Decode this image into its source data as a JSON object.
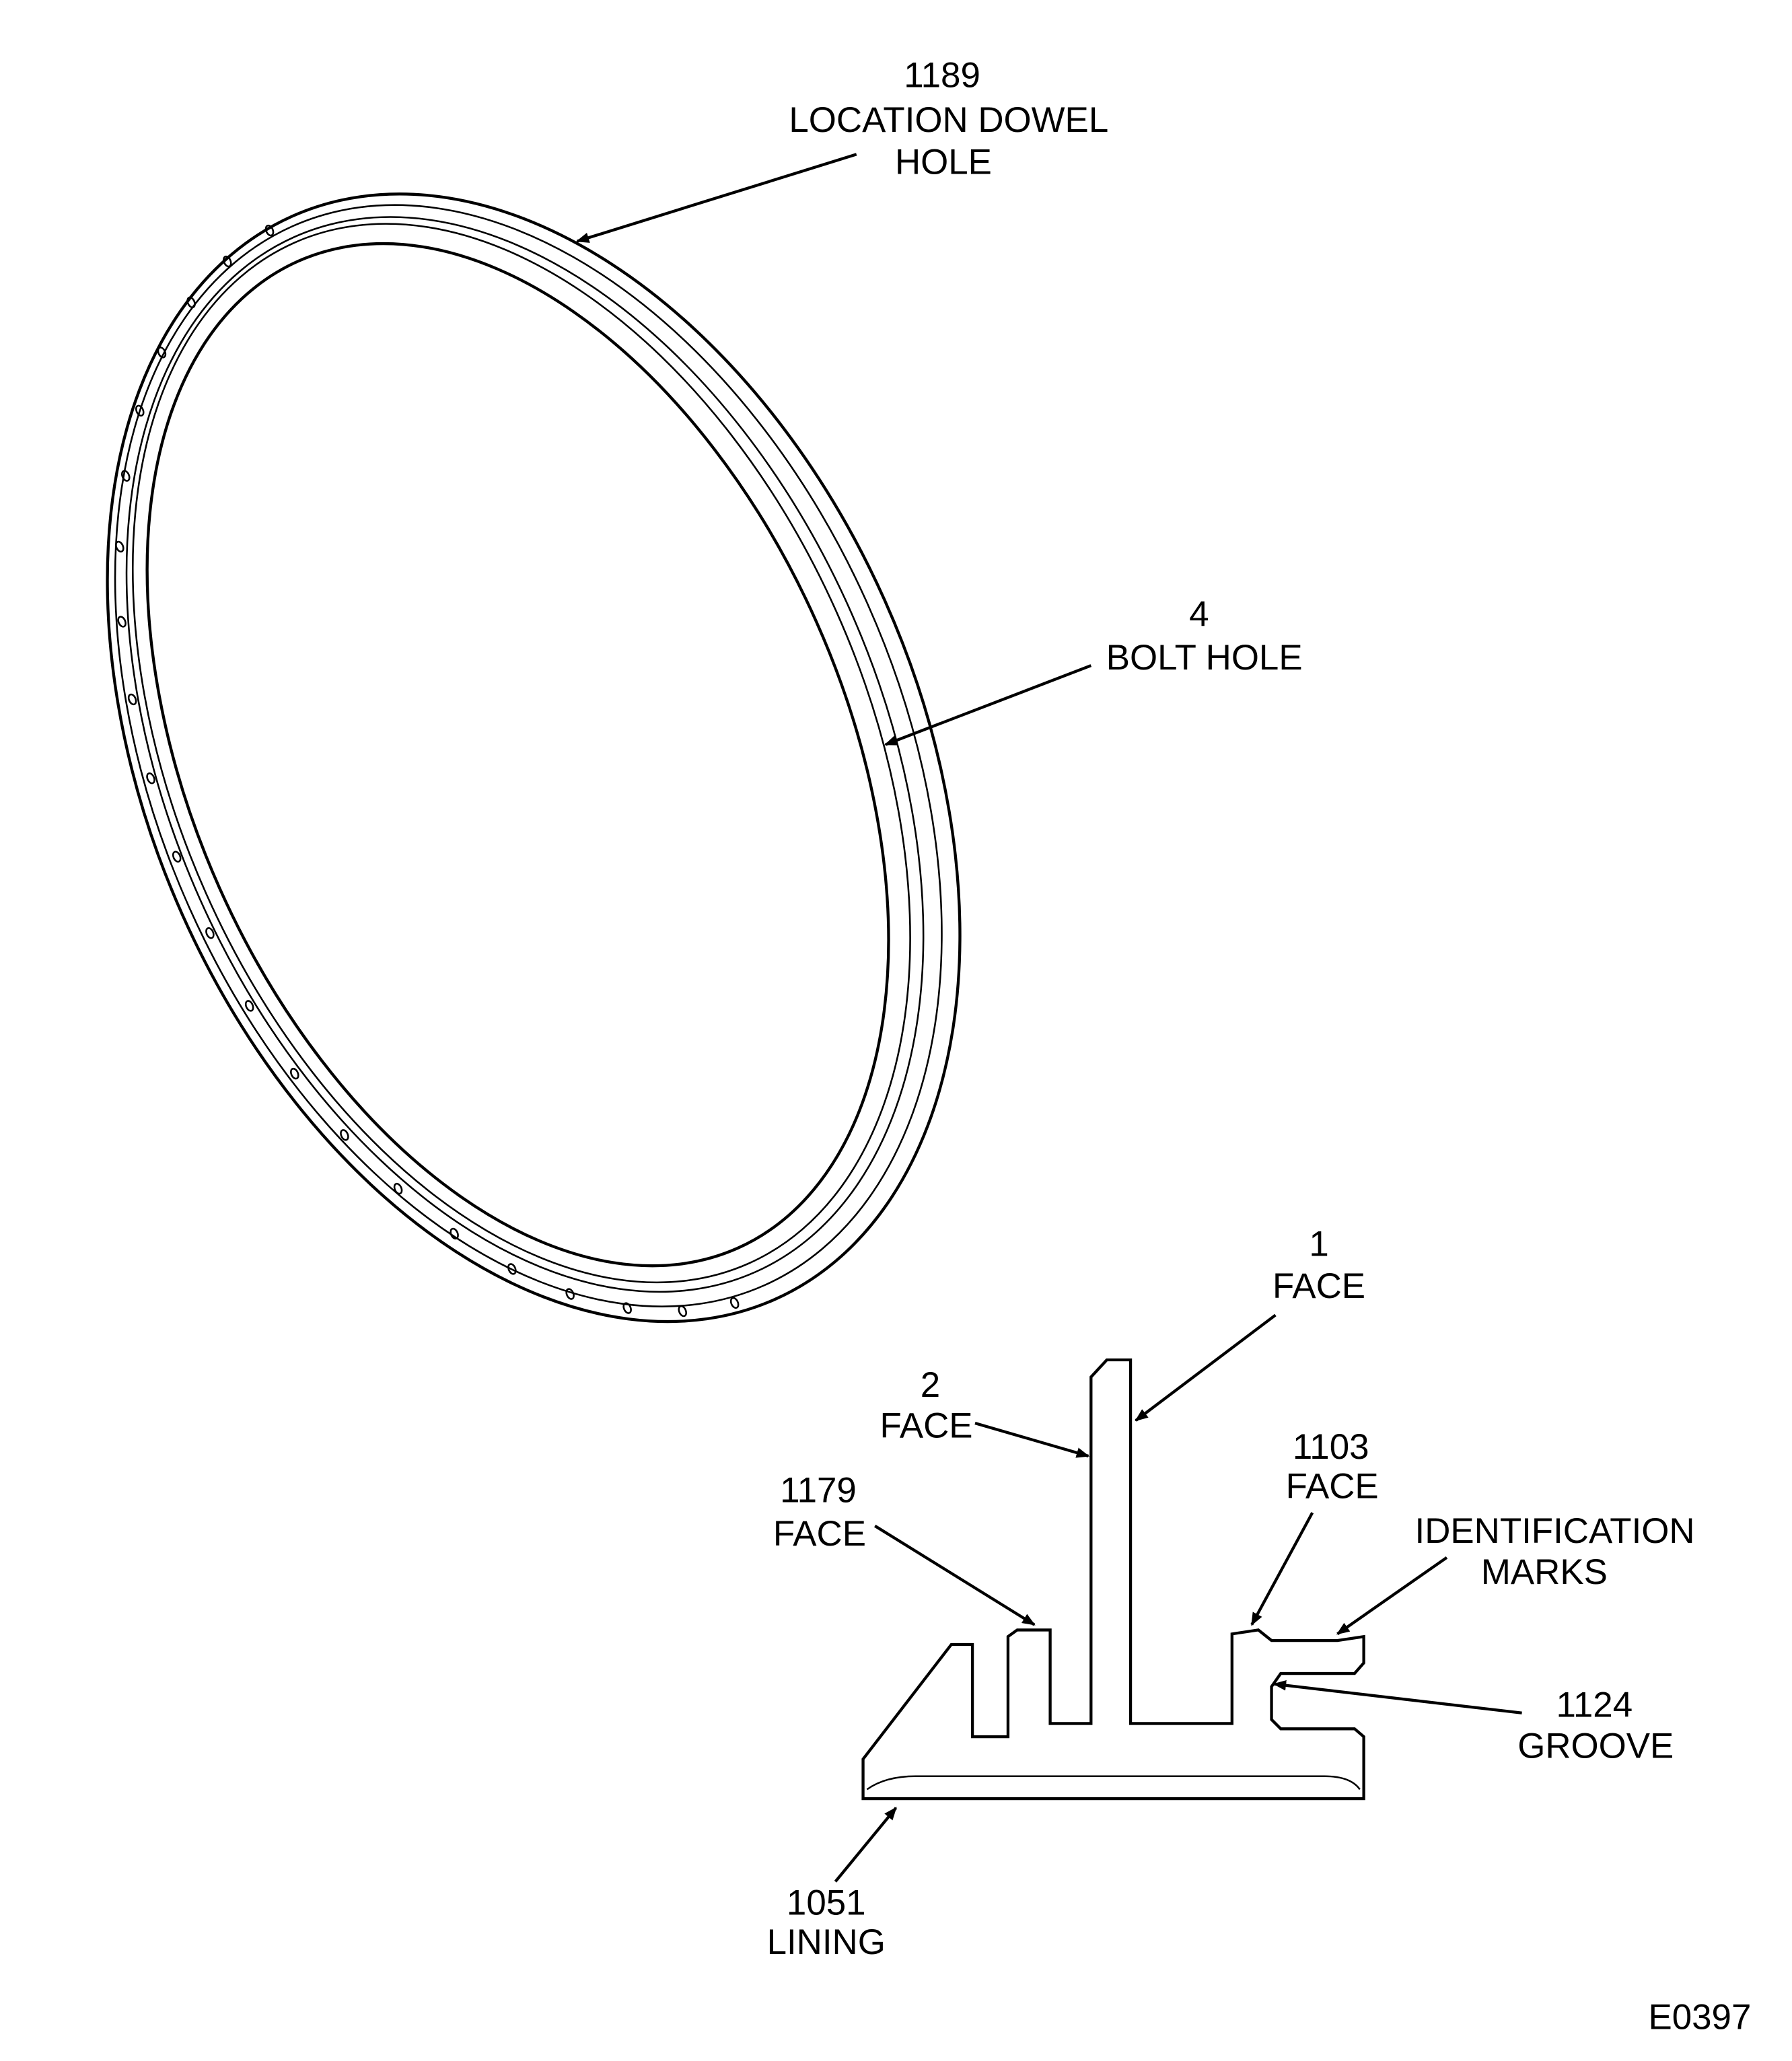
{
  "labels": {
    "dowel": {
      "number": "1189",
      "line1": "LOCATION DOWEL",
      "line2": "HOLE"
    },
    "bolt": {
      "number": "4",
      "line1": "BOLT HOLE"
    },
    "face1": {
      "number": "1",
      "line1": "FACE"
    },
    "face2": {
      "number": "2",
      "line1": "FACE"
    },
    "face1179": {
      "number": "1179",
      "line1": "FACE"
    },
    "face1103": {
      "number": "1103",
      "line1": "FACE"
    },
    "ident": {
      "line1": "IDENTIFICATION",
      "line2": "MARKS"
    },
    "groove": {
      "number": "1124",
      "line1": "GROOVE"
    },
    "lining": {
      "number": "1051",
      "line1": "LINING"
    }
  },
  "figure_id": "E0397"
}
